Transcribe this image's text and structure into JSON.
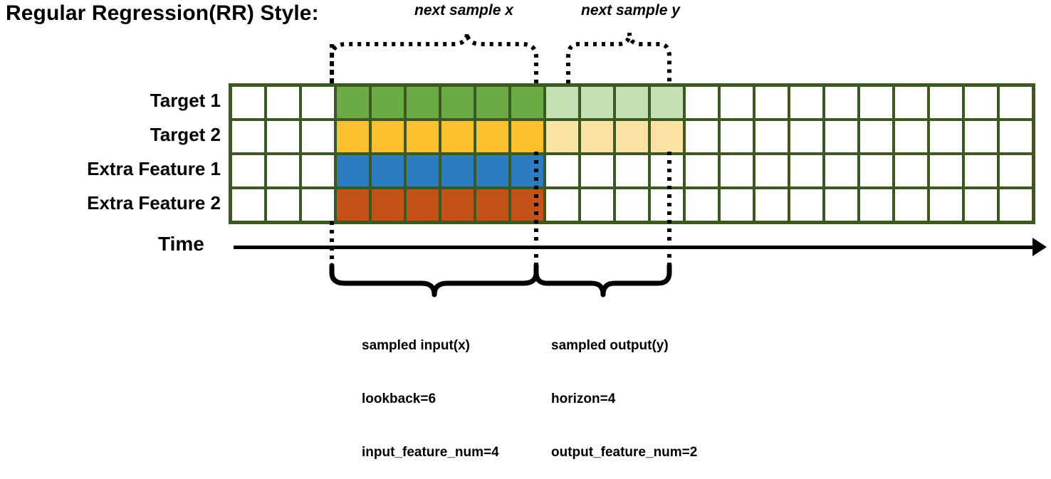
{
  "title": "Regular Regression(RR) Style:",
  "top_labels": {
    "next_sample_x": "next sample x",
    "next_sample_y": "next sample y"
  },
  "rows": [
    {
      "label": "Target 1",
      "color": "#6CAA46",
      "light_color": "#C5DFB4"
    },
    {
      "label": "Target 2",
      "color": "#FBC02D",
      "light_color": "#FBE3A3"
    },
    {
      "label": "Extra Feature 1",
      "color": "#2B7CC0",
      "light_color": null
    },
    {
      "label": "Extra Feature 2",
      "color": "#C4511A",
      "light_color": null
    }
  ],
  "grid": {
    "total_columns": 23,
    "lead_blank_columns": 3,
    "lookback_columns": 6,
    "horizon_columns": 4,
    "trailing_blank_columns": 10,
    "border_color": "#3A5A22",
    "empty_cell_color": "#FFFFFF"
  },
  "time_axis": {
    "label": "Time",
    "arrow_icon": "right-arrow-icon"
  },
  "captions": {
    "left": {
      "line1": "sampled input(x)",
      "line2": "lookback=6",
      "line3": "input_feature_num=4"
    },
    "right": {
      "line1": "sampled output(y)",
      "line2": "horizon=4",
      "line3": "output_feature_num=2"
    }
  },
  "braces": {
    "top_left_label": "next sample x",
    "top_right_label": "next sample y",
    "bottom_left_label": "sampled input(x)",
    "bottom_right_label": "sampled output(y)",
    "style_top": "dotted",
    "style_bottom": "solid"
  },
  "colors": {
    "grid_border": "#3A5A22",
    "target1": "#6CAA46",
    "target1_light": "#C5DFB4",
    "target2": "#FBC02D",
    "target2_light": "#FBE3A3",
    "extra1": "#2B7CC0",
    "extra2": "#C4511A",
    "line": "#000000"
  }
}
